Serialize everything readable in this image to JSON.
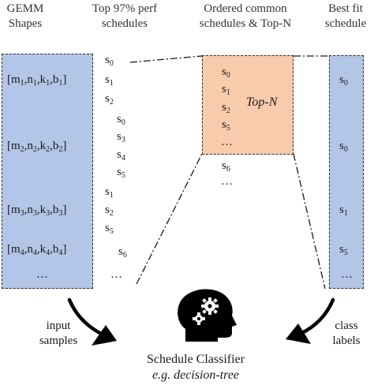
{
  "headers": {
    "gemm": [
      "GEMM",
      "Shapes"
    ],
    "top97": [
      "Top 97% perf",
      "schedules"
    ],
    "ordered": [
      "Ordered common",
      "schedules & Top-N"
    ],
    "bestfit": [
      "Best fit",
      "schedule"
    ]
  },
  "shapes": [
    {
      "m": "m",
      "n": "n",
      "k": "k",
      "b": "b",
      "idx": "1"
    },
    {
      "m": "m",
      "n": "n",
      "k": "k",
      "b": "b",
      "idx": "2"
    },
    {
      "m": "m",
      "n": "n",
      "k": "k",
      "b": "b",
      "idx": "3"
    },
    {
      "m": "m",
      "n": "n",
      "k": "k",
      "b": "b",
      "idx": "4"
    }
  ],
  "shapes_ellipsis": "…",
  "top97_schedules": [
    {
      "base": "s",
      "sub": "0"
    },
    {
      "base": "s",
      "sub": "1"
    },
    {
      "base": "s",
      "sub": "2"
    },
    {
      "base": "s",
      "sub": "0"
    },
    {
      "base": "s",
      "sub": "3"
    },
    {
      "base": "s",
      "sub": "4"
    },
    {
      "base": "s",
      "sub": "5"
    },
    {
      "base": "s",
      "sub": "1"
    },
    {
      "base": "s",
      "sub": "2"
    },
    {
      "base": "s",
      "sub": "5"
    },
    {
      "base": "s",
      "sub": "6"
    }
  ],
  "top97_ellipsis": "…",
  "ordered_schedules": [
    {
      "base": "s",
      "sub": "0"
    },
    {
      "base": "s",
      "sub": "1"
    },
    {
      "base": "s",
      "sub": "2"
    },
    {
      "base": "s",
      "sub": "5"
    }
  ],
  "ordered_inner_ellipsis": "…",
  "ordered_outside": {
    "base": "s",
    "sub": "6"
  },
  "ordered_outside_ellipsis": "…",
  "topn_label": "Top-N",
  "bestfit_schedules": [
    {
      "base": "s",
      "sub": "0"
    },
    {
      "base": "s",
      "sub": "0"
    },
    {
      "base": "s",
      "sub": "1"
    },
    {
      "base": "s",
      "sub": "5"
    }
  ],
  "bestfit_ellipsis": "…",
  "input_label": [
    "input",
    "samples"
  ],
  "class_label": [
    "class",
    "labels"
  ],
  "classifier_title": "Schedule Classifier",
  "classifier_example": "e.g. decision-tree",
  "colors": {
    "blue_box": "#b4c6e7",
    "peach_box": "#f8cbad",
    "border": "#2b2b2b"
  },
  "icons": [
    "head-gears-icon",
    "curved-arrow-left-icon",
    "curved-arrow-right-icon"
  ]
}
